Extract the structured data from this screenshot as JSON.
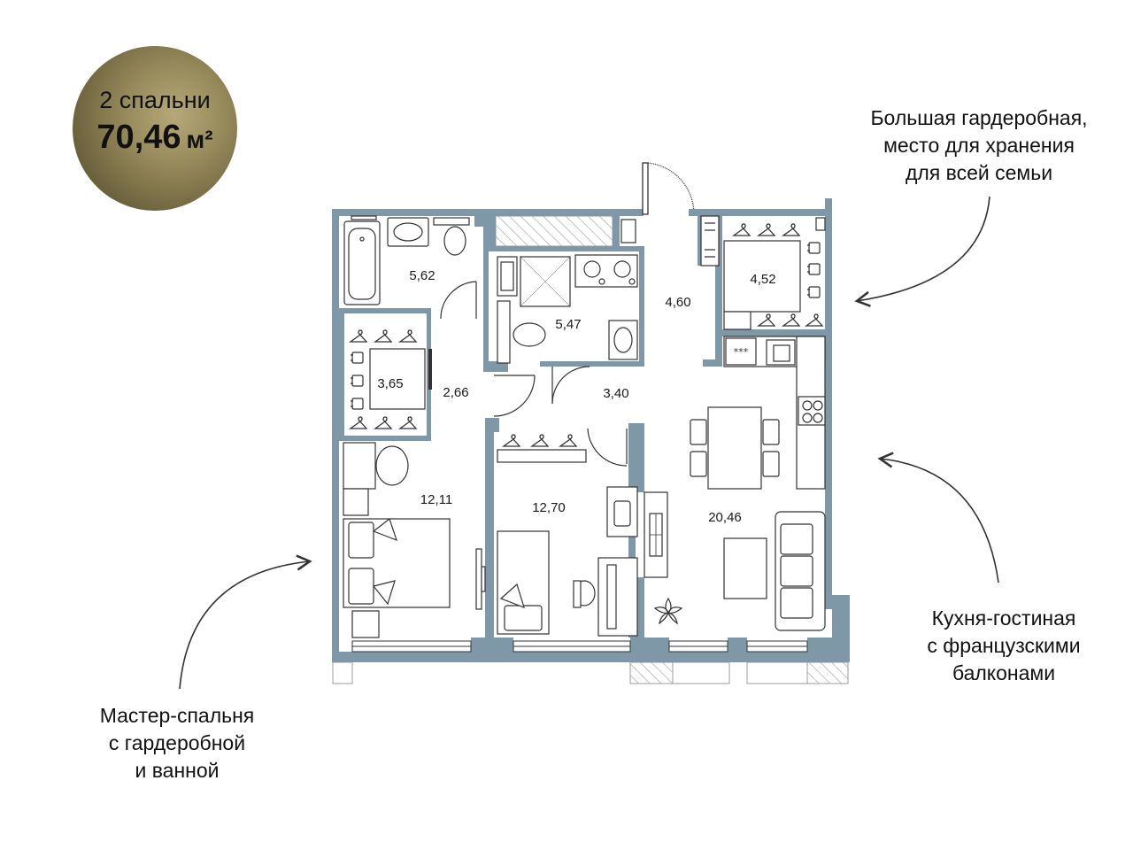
{
  "badge": {
    "bedrooms": "2 спальни",
    "area_value": "70,46",
    "area_unit": "м²",
    "accent_color": "#978b5b"
  },
  "callouts": {
    "wardrobe": [
      "Большая гардеробная,",
      "место для хранения",
      "для всей семьи"
    ],
    "kitchen": [
      "Кухня-гостиная",
      "с французскими",
      "балконами"
    ],
    "master": [
      "Мастер-спальня",
      "с гардеробной",
      "и ванной"
    ]
  },
  "rooms": {
    "bathroom_master": "5,62",
    "wardrobe_master": "3,65",
    "corridor_small": "2,66",
    "bathroom_second": "5,47",
    "corridor_hall": "4,60",
    "corridor_mid": "3,40",
    "wardrobe_large": "4,52",
    "master_bedroom": "12,11",
    "bedroom_second": "12,70",
    "kitchen_living": "20,46"
  },
  "colors": {
    "wall": "#7e98a8",
    "line": "#333333",
    "hatch": "#9c9c9c"
  },
  "icons": [
    "hanger-icon",
    "bathtub-icon",
    "toilet-icon",
    "sink-icon",
    "shower-icon",
    "washer-icon",
    "stove-icon",
    "bed-icon",
    "sofa-icon",
    "table-icon",
    "plant-icon",
    "arrow-icon"
  ]
}
